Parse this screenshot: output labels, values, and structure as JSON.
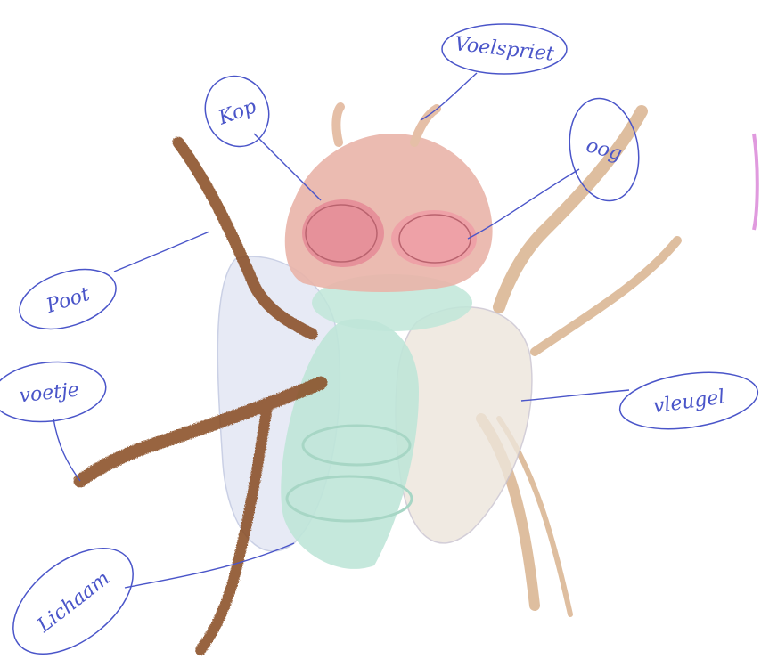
{
  "labels": {
    "voelspriet": "Voelspriet",
    "kop": "Kop",
    "oog": "oog",
    "poot": "Poot",
    "voetje": "voetje",
    "vleugel": "vleugel",
    "lichaam": "Lichaam"
  },
  "colors": {
    "paper": "#ffffff",
    "ink": "#4a55c9",
    "head": "#e9b4a8",
    "eye": "#e58a96",
    "body": "#bfe6d8",
    "wing": "#dfe3f2",
    "leg_dark": "#8a4f26",
    "leg_light": "#d9b38f"
  }
}
